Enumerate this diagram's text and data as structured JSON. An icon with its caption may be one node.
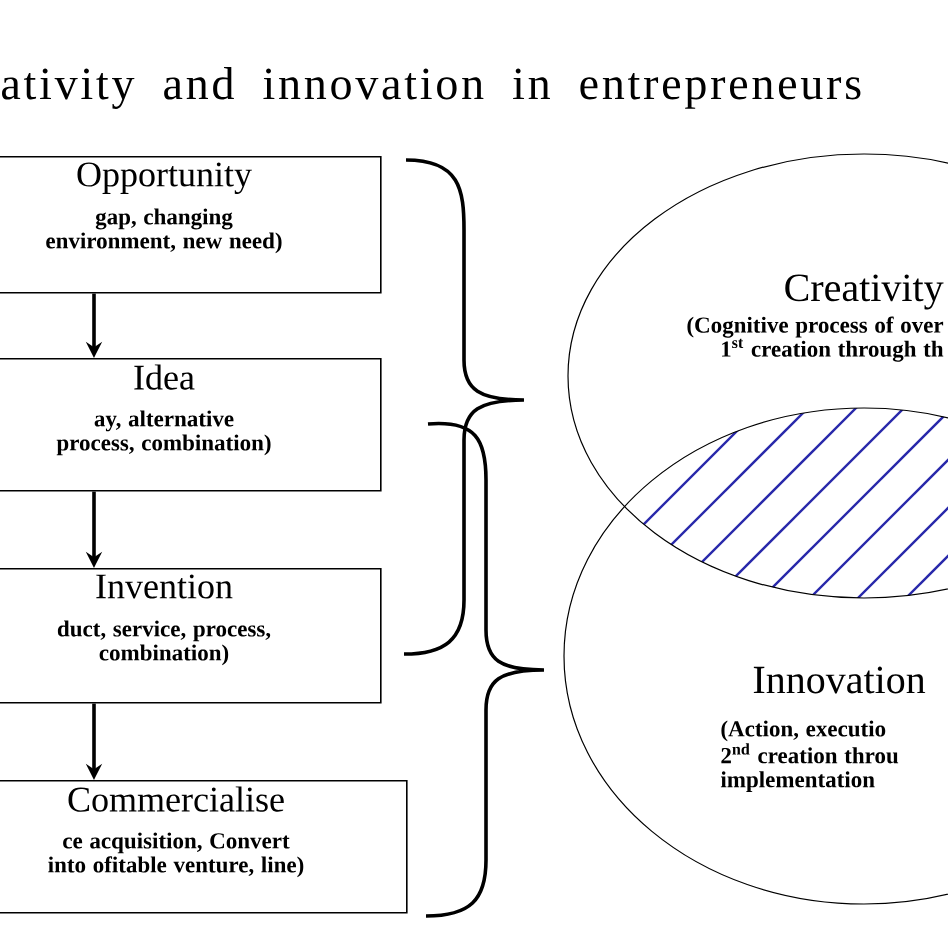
{
  "diagram": {
    "title": "ativity and innovation in entrepreneurs",
    "nodes": [
      {
        "text": [
          "Opportunity",
          "gap, changing environment, new need)"
        ]
      },
      {
        "text": [
          "Idea",
          "ay, alternative process, combination)"
        ]
      },
      {
        "text": [
          "Invention",
          "duct, service, process, combination)"
        ]
      },
      {
        "text": [
          "Commercialise",
          "ce acquisition, Convert into ofitable venture, line)"
        ]
      },
      {
        "text": [
          "Creativity",
          "(Cognitive process of over 1$^{st}$ creation through th"
        ]
      },
      {
        "text": [
          "Innovation",
          "(Action, executio 2$^{nd}$ creation throu implementation"
        ]
      }
    ],
    "edges": [
      {
        "from": 0,
        "to": 1,
        "arrow": "to"
      },
      {
        "from": 1,
        "to": 2,
        "arrow": "to"
      },
      {
        "from": 2,
        "to": 3,
        "arrow": "to"
      }
    ]
  }
}
